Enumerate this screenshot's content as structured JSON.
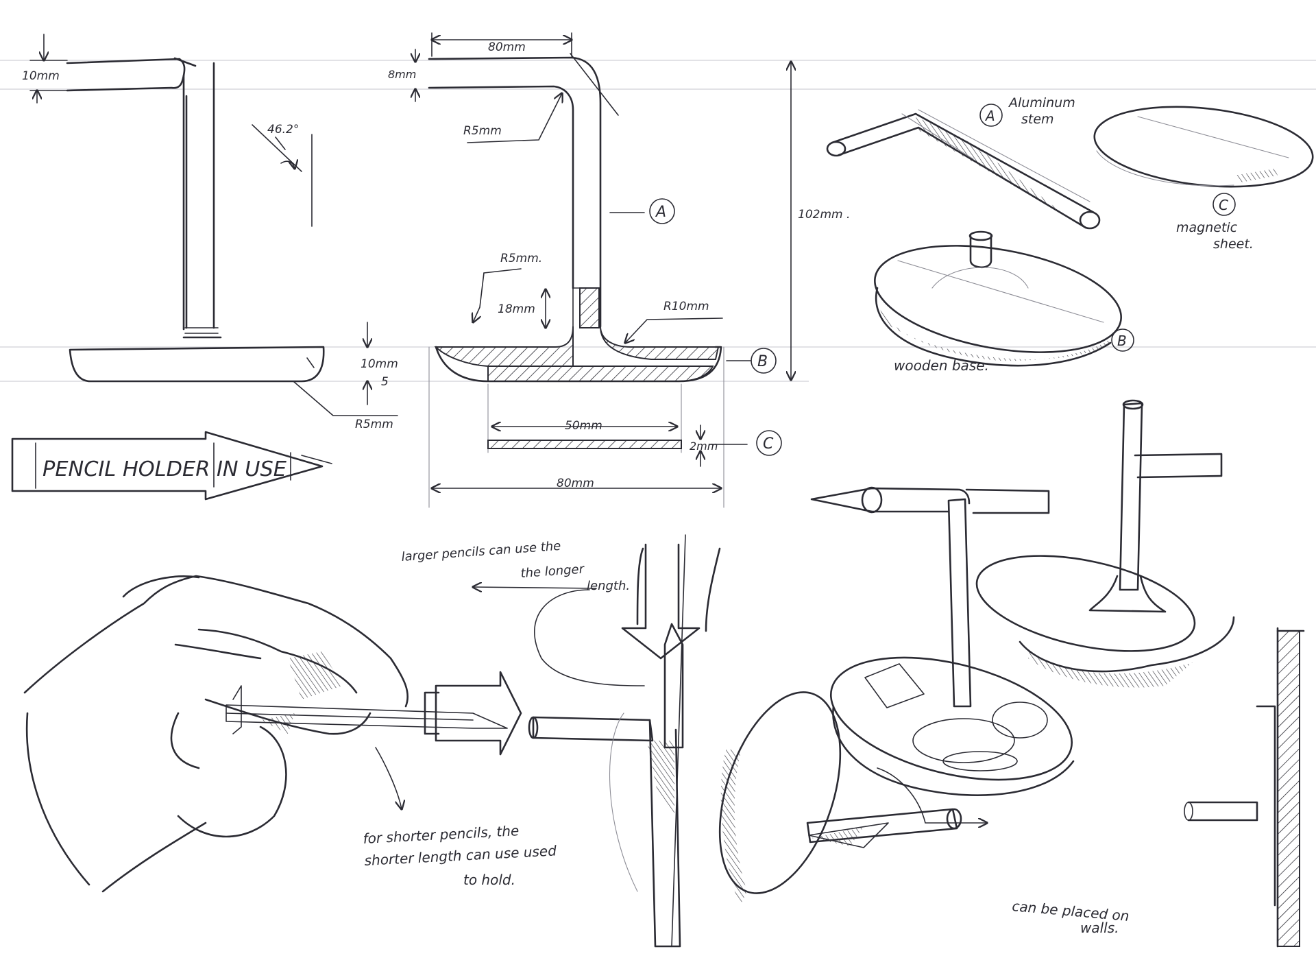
{
  "sheet_title": "PENCIL HOLDER IN USE",
  "dimensions": {
    "top_height": "10mm",
    "angle": "46.2°",
    "arm_length": "80mm",
    "arm_height": "8mm",
    "bend_radius": "R5mm",
    "base_radius": "R5mm.",
    "socket_depth": "18mm",
    "fillet_radius": "R10mm",
    "base_thickness": "10mm",
    "edge_offset": "5",
    "edge_radius": "R5mm",
    "overall_height": "102mm .",
    "sheet_width": "50mm",
    "sheet_thickness": "2mm",
    "base_width": "80mm"
  },
  "callouts": {
    "a": "A",
    "b": "B",
    "c": "C"
  },
  "parts": {
    "stem_line1": "Aluminum",
    "stem_line2": "stem",
    "sheet_line1": "magnetic",
    "sheet_line2": "sheet.",
    "base": "wooden base."
  },
  "notes": {
    "longer_line1": "larger pencils can use the",
    "longer_line2": "the longer",
    "longer_line3": "length.",
    "shorter_line1": "for shorter pencils, the",
    "shorter_line2": "shorter length can use used",
    "shorter_line3": "to hold.",
    "wall_line1": "can be placed on",
    "wall_line2": "walls."
  }
}
